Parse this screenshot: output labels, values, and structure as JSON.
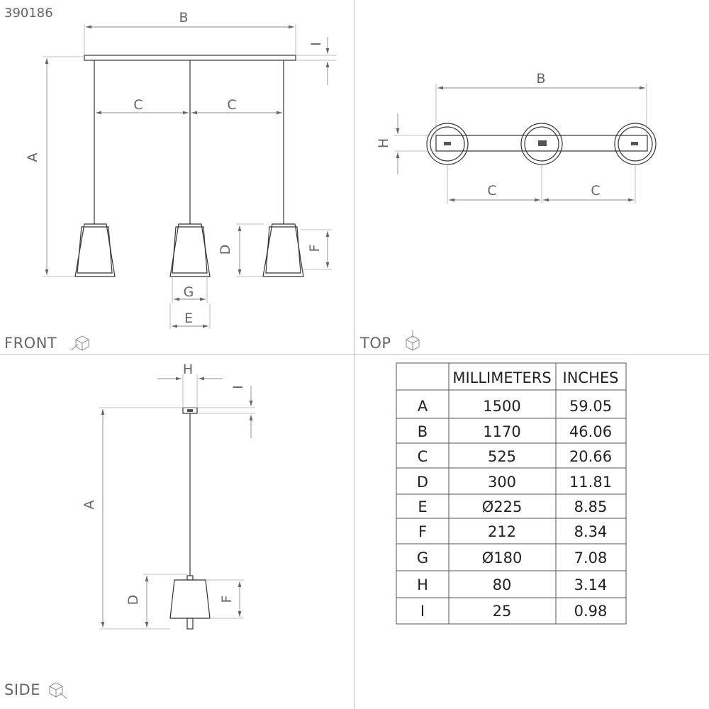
{
  "product_code": "390186",
  "views": {
    "front": "FRONT",
    "top": "TOP",
    "side": "SIDE"
  },
  "dimension_letters": {
    "A": "A",
    "B": "B",
    "C": "C",
    "D": "D",
    "E": "E",
    "F": "F",
    "G": "G",
    "H": "H",
    "I": "I"
  },
  "table": {
    "headers": [
      "",
      "MILLIMETERS",
      "INCHES"
    ],
    "rows": [
      {
        "key": "A",
        "mm": "1500",
        "in": "59.05"
      },
      {
        "key": "B",
        "mm": "1170",
        "in": "46.06"
      },
      {
        "key": "C",
        "mm": "525",
        "in": "20.66"
      },
      {
        "key": "D",
        "mm": "300",
        "in": "11.81"
      },
      {
        "key": "E",
        "mm": "Ø225",
        "in": "8.85"
      },
      {
        "key": "F",
        "mm": "212",
        "in": "8.34"
      },
      {
        "key": "G",
        "mm": "Ø180",
        "in": "7.08"
      },
      {
        "key": "H",
        "mm": "80",
        "in": "3.14"
      },
      {
        "key": "I",
        "mm": "25",
        "in": "0.98"
      }
    ]
  },
  "icons": [
    "cube-icon-front",
    "cube-icon-top",
    "cube-icon-side"
  ]
}
